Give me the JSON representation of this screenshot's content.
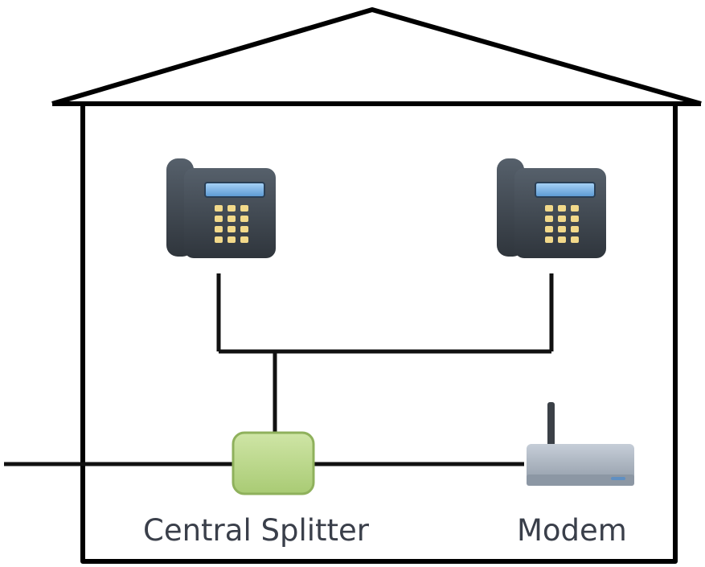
{
  "diagram": {
    "labels": {
      "splitter": "Central Splitter",
      "modem": "Modem"
    },
    "nodes": [
      {
        "id": "phone-left",
        "kind": "telephone",
        "icon": "telephone-icon"
      },
      {
        "id": "phone-right",
        "kind": "telephone",
        "icon": "telephone-icon"
      },
      {
        "id": "central-splitter",
        "kind": "splitter",
        "color": "#b9d68a",
        "icon": "splitter-box"
      },
      {
        "id": "modem",
        "kind": "modem",
        "color": "#a7b1bd",
        "icon": "modem-icon"
      }
    ],
    "connections": [
      {
        "from": "phone-left",
        "to": "central-splitter"
      },
      {
        "from": "phone-right",
        "to": "central-splitter"
      },
      {
        "from": "outside-line",
        "to": "central-splitter"
      },
      {
        "from": "central-splitter",
        "to": "modem"
      }
    ],
    "colors": {
      "house_outline": "#000000",
      "wire": "#111111",
      "splitter_fill": "#b9d68a",
      "splitter_stroke": "#8fb15c",
      "phone_body": "#3f464f",
      "phone_screen": "#7fb6e8",
      "modem_body": "#a9b3bf"
    }
  }
}
